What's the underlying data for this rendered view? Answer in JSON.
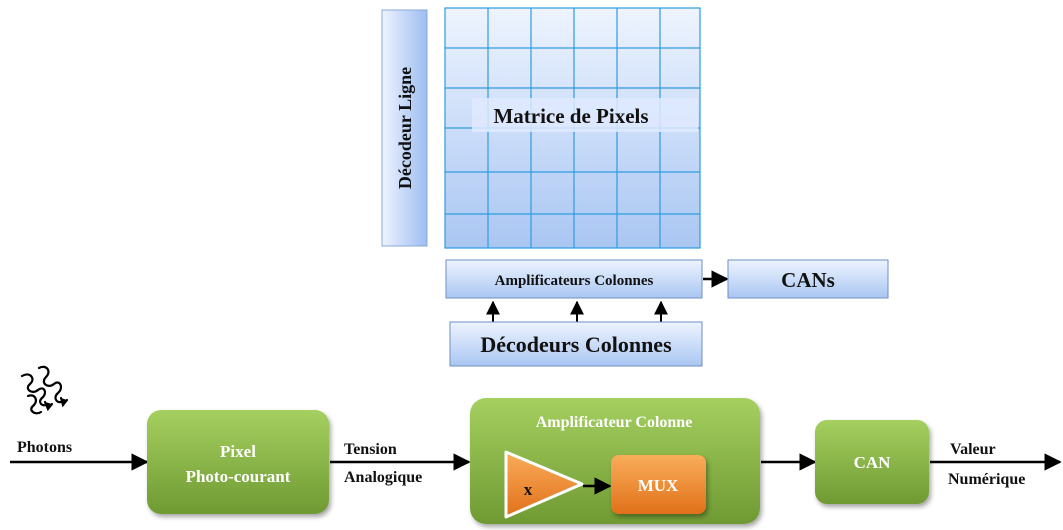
{
  "top": {
    "row_decoder_label": "Décodeur Ligne",
    "pixel_matrix_label": "Matrice de Pixels",
    "column_amplifiers_label": "Amplificateurs Colonnes",
    "adcs_label": "CANs",
    "column_decoders_label": "Décodeurs Colonnes"
  },
  "bottom": {
    "input_label": "Photons",
    "pixel_label_line1": "Pixel",
    "pixel_label_line2": "Photo-courant",
    "analog_label_line1": "Tension",
    "analog_label_line2": "Analogique",
    "column_amplifier_label": "Amplificateur Colonne",
    "gain_label": "x",
    "mux_label": "MUX",
    "adc_label": "CAN",
    "output_label_line1": "Valeur",
    "output_label_line2": "Numérique"
  },
  "colors": {
    "blue_light": "#ddeaff",
    "blue_dark": "#9fbff0",
    "grid_line": "#2f9be0",
    "green_light": "#9cc857",
    "green_dark": "#6f9a33",
    "orange_light": "#f7a14a",
    "orange_dark": "#e4751d",
    "text_dark": "#111111",
    "text_light": "#ffffff"
  }
}
